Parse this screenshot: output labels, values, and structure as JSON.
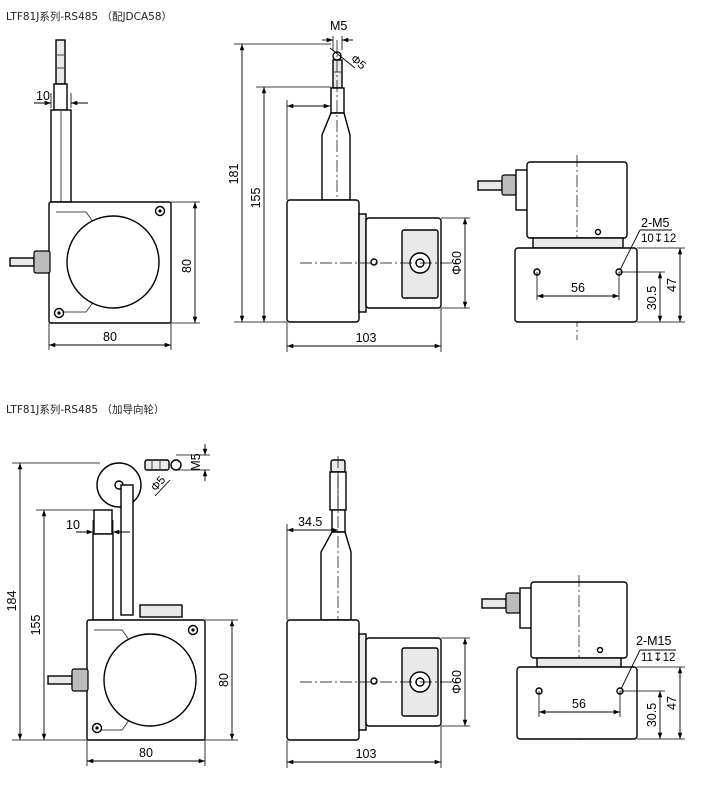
{
  "titles": {
    "top": "LTF81J系列-RS485 （配JDCA58）",
    "bottom": "LTF81J系列-RS485 （加导向轮）"
  },
  "top_drawing": {
    "front_view": {
      "dim_rod_offset": "10",
      "dim_body_height": "80",
      "dim_body_width": "80"
    },
    "side_view": {
      "dim_thread": "M5",
      "dim_hole": "Φ5",
      "dim_total_height": "181",
      "dim_rod_height": "155",
      "dim_encoder_dia": "Φ60",
      "dim_total_width": "103"
    },
    "top_view": {
      "hole_callout": "2-M5",
      "hole_depth": "10↧12",
      "dim_hole_spacing": "56",
      "dim_hole_height": "30.5",
      "dim_body_depth": "47"
    }
  },
  "bottom_drawing": {
    "front_view": {
      "dim_thread": "M5",
      "dim_hole": "Φ5",
      "dim_rod_offset": "10",
      "dim_total_height": "184",
      "dim_rod_height": "155",
      "dim_body_height": "80",
      "dim_body_width": "80"
    },
    "side_view": {
      "dim_offset": "34.5",
      "dim_encoder_dia": "Φ60",
      "dim_total_width": "103"
    },
    "top_view": {
      "hole_callout": "2-M15",
      "hole_depth": "11↧12",
      "dim_hole_spacing": "56",
      "dim_hole_height": "30.5",
      "dim_body_depth": "47"
    }
  }
}
